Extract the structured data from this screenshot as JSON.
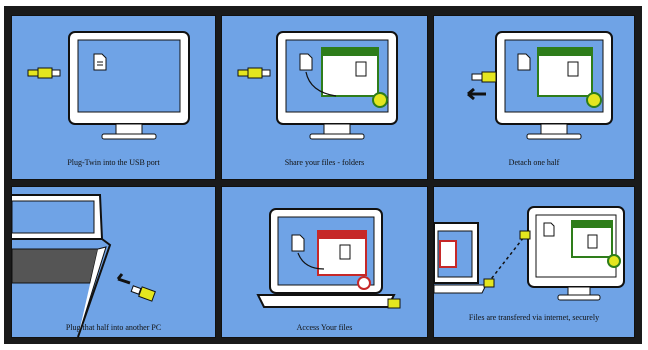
{
  "steps": [
    {
      "caption": "Plug-Twin into the USB port"
    },
    {
      "caption": "Share your files - folders"
    },
    {
      "caption": "Detach one half"
    },
    {
      "caption": "Plug that half into another PC"
    },
    {
      "caption": "Access Your files"
    },
    {
      "caption": "Files are transfered via internet, securely"
    }
  ],
  "colors": {
    "panel_bg": "#6fa3e6",
    "screen": "#ffffff",
    "window_accent": "#2e7d1a",
    "device": "#e4e61f",
    "arrow": "#1a1a1a"
  }
}
